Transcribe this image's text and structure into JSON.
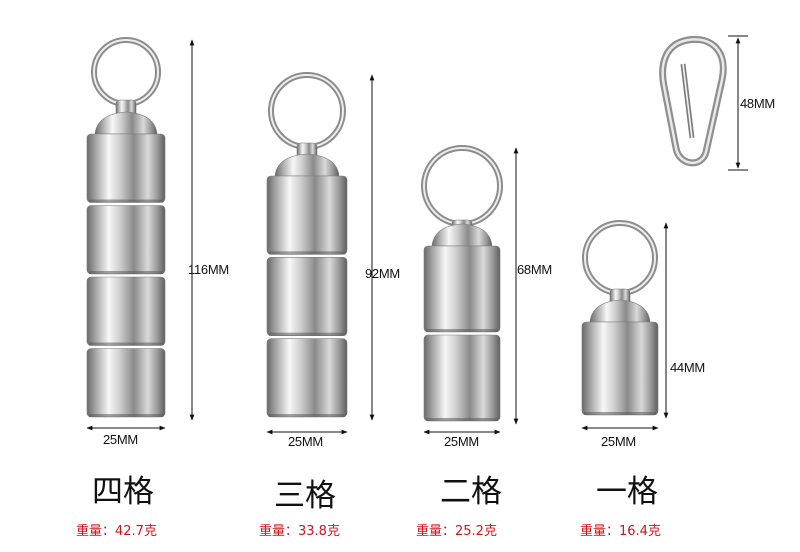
{
  "products": [
    {
      "title": "四格",
      "height_label": "116MM",
      "width_label": "25MM",
      "weight_label": "重量：42.7克"
    },
    {
      "title": "三格",
      "height_label": "92MM",
      "width_label": "25MM",
      "weight_label": "重量：33.8克"
    },
    {
      "title": "二格",
      "height_label": "68MM",
      "width_label": "25MM",
      "weight_label": "重量：25.2克"
    },
    {
      "title": "一格",
      "height_label": "44MM",
      "width_label": "25MM",
      "weight_label": "重量：16.4克"
    }
  ],
  "carabiner": {
    "height_label": "48MM"
  },
  "colors": {
    "weight_text": "#d0141a",
    "metal_dark": "#6e6e6e",
    "metal_light": "#f4f4f4"
  }
}
